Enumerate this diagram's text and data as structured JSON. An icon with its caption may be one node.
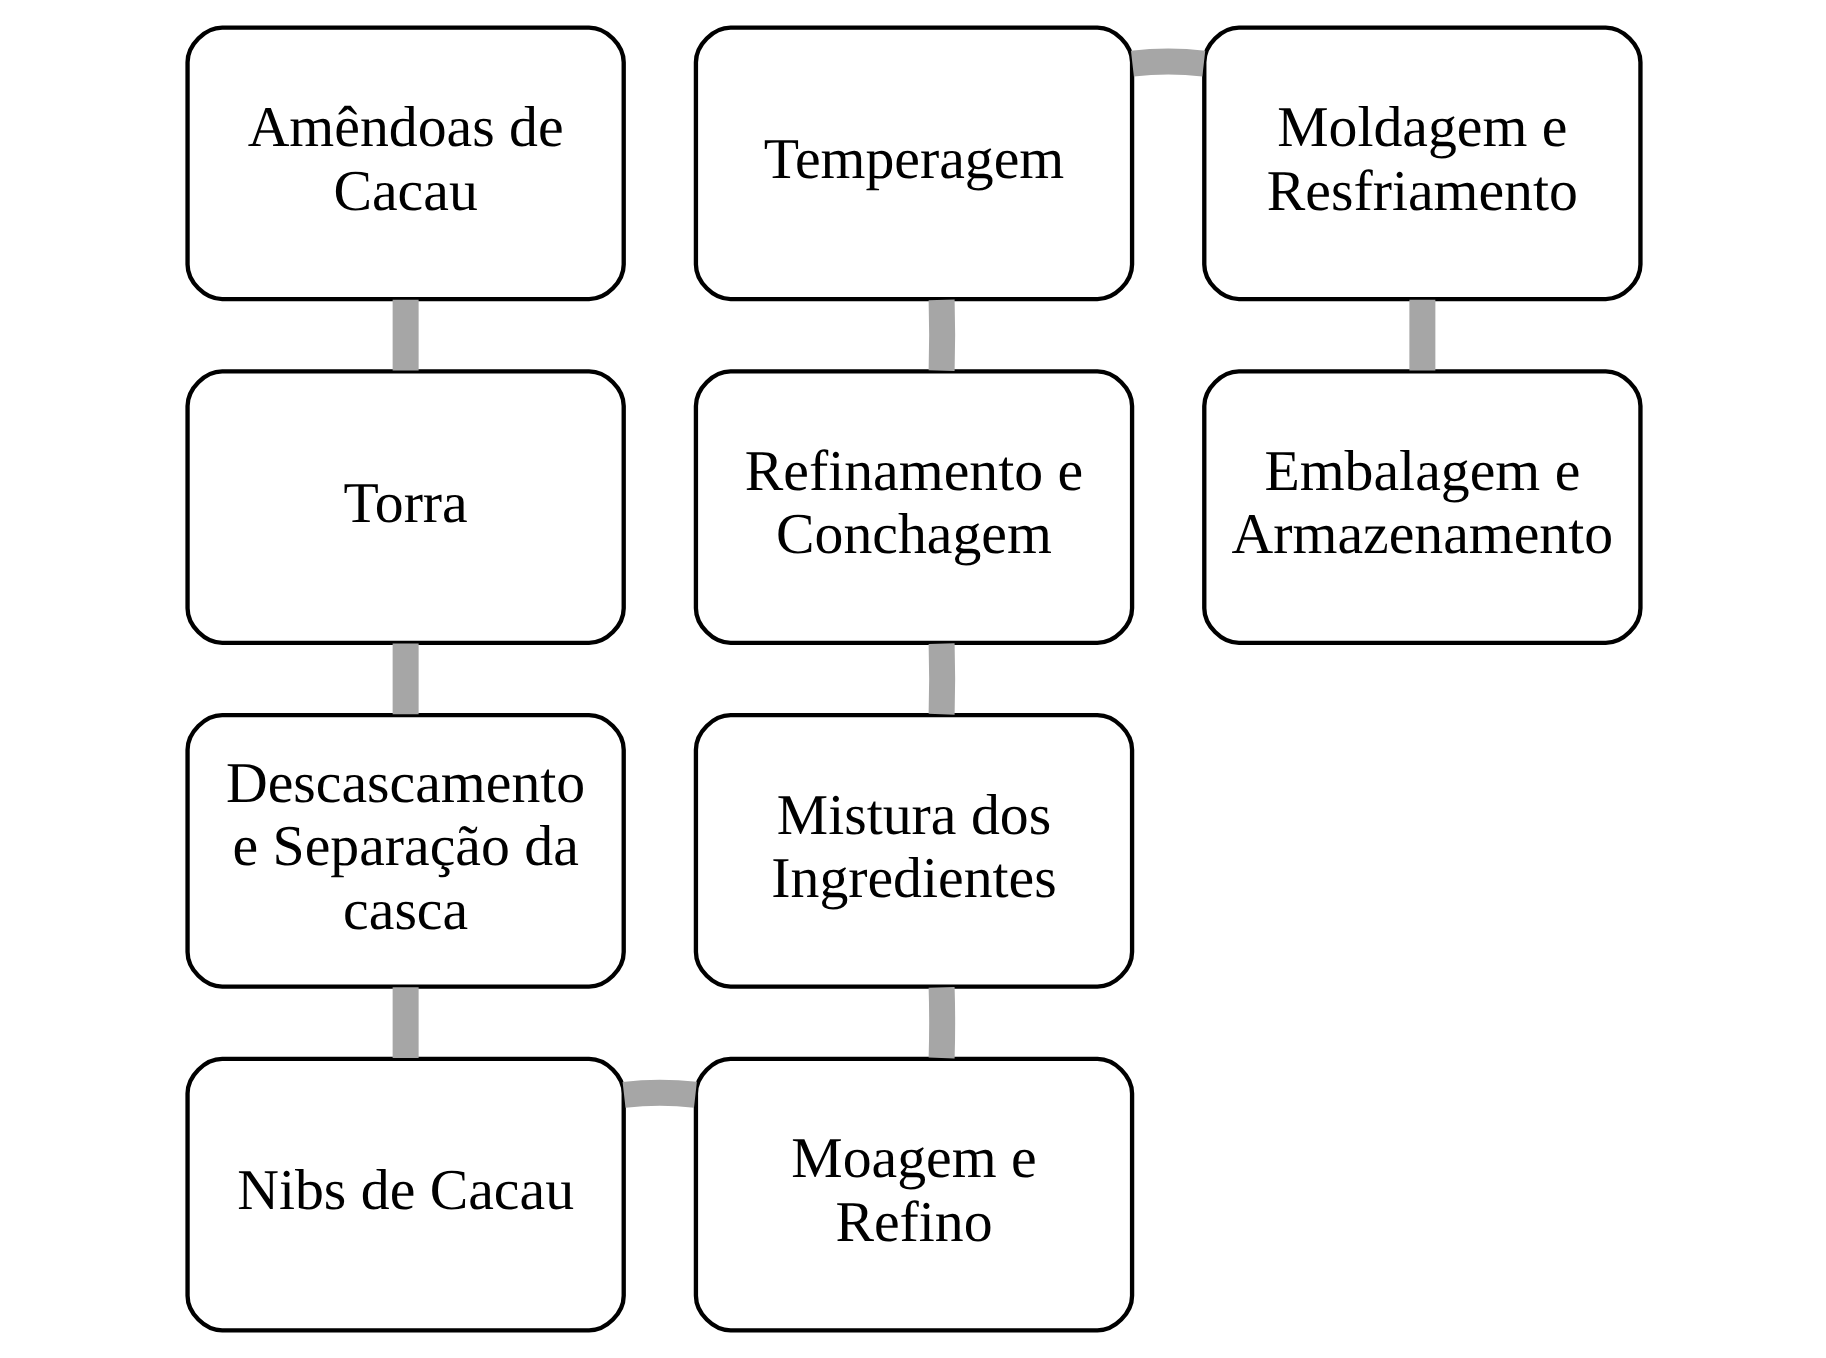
{
  "diagram": {
    "nodes": [
      {
        "text": [
          "Amêndoas de Cacau"
        ]
      },
      {
        "text": [
          "Torra"
        ]
      },
      {
        "text": [
          "Descascamento e Separação da casca"
        ]
      },
      {
        "text": [
          "Nibs de Cacau"
        ]
      },
      {
        "text": [
          "Moagem e Refino"
        ]
      },
      {
        "text": [
          "Mistura dos Ingredientes"
        ]
      },
      {
        "text": [
          "Refinamento e Conchagem"
        ]
      },
      {
        "text": [
          "Temperagem"
        ]
      },
      {
        "text": [
          "Moldagem e Resfriamento"
        ]
      },
      {
        "text": [
          "Embalagem e Armazenamento"
        ]
      }
    ],
    "edges": [
      {
        "from": 0,
        "to": 1,
        "arrow": "none"
      },
      {
        "from": 1,
        "to": 2,
        "arrow": "none"
      },
      {
        "from": 2,
        "to": 3,
        "arrow": "none"
      },
      {
        "from": 3,
        "to": 4,
        "arrow": "none"
      },
      {
        "from": 4,
        "to": 5,
        "arrow": "none"
      },
      {
        "from": 5,
        "to": 6,
        "arrow": "none"
      },
      {
        "from": 6,
        "to": 7,
        "arrow": "none"
      },
      {
        "from": 7,
        "to": 8,
        "arrow": "none"
      },
      {
        "from": 8,
        "to": 9,
        "arrow": "none"
      }
    ]
  }
}
